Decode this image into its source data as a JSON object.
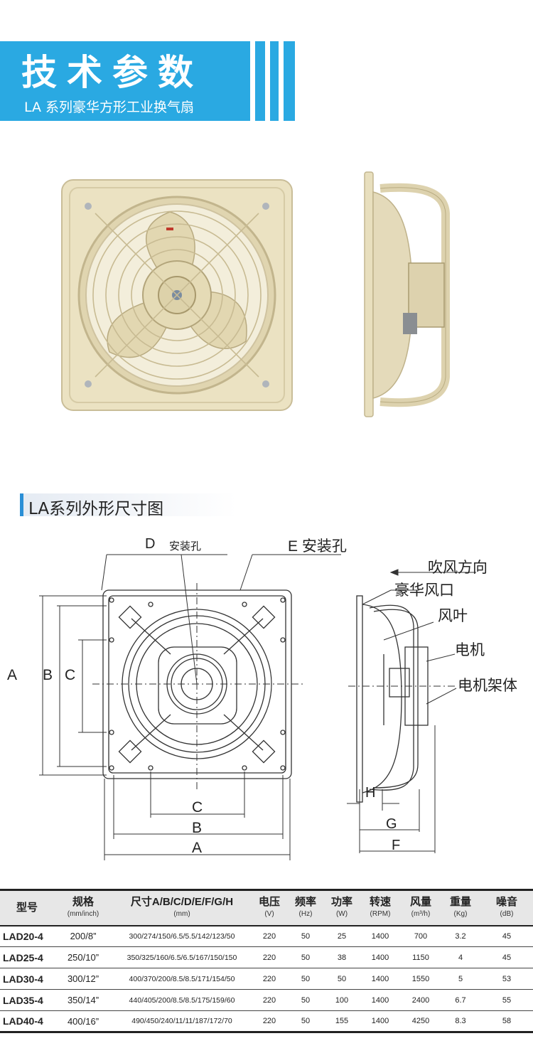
{
  "header": {
    "title": "技术参数",
    "subtitle": "LA 系列豪华方形工业换气扇"
  },
  "colors": {
    "accent": "#2aa9e2",
    "fan_body": "#ece3c4"
  },
  "section": {
    "title": "LA系列外形尺寸图"
  },
  "diagram": {
    "front_labels": {
      "d_letter": "D",
      "d_hole": "安装孔",
      "e_hole": "E 安装孔",
      "a": "A",
      "b": "B",
      "c": "C",
      "c_bottom": "C",
      "b_bottom": "B",
      "a_bottom": "A"
    },
    "side_labels": {
      "wind_dir": "吹风方向",
      "outlet": "豪华风口",
      "blade": "风叶",
      "motor": "电机",
      "frame": "电机架体",
      "h": "H",
      "g": "G",
      "f": "F"
    }
  },
  "table": {
    "headers": [
      {
        "label": "型号",
        "unit": ""
      },
      {
        "label": "规格",
        "unit": "(mm/inch)"
      },
      {
        "label": "尺寸A/B/C/D/E/F/G/H",
        "unit": "(mm)"
      },
      {
        "label": "电压",
        "unit": "(V)"
      },
      {
        "label": "频率",
        "unit": "(Hz)"
      },
      {
        "label": "功率",
        "unit": "(W)"
      },
      {
        "label": "转速",
        "unit": "(RPM)"
      },
      {
        "label": "风量",
        "unit": "(m³/h)"
      },
      {
        "label": "重量",
        "unit": "(Kg)"
      },
      {
        "label": "噪音",
        "unit": "(dB)"
      }
    ],
    "rows": [
      {
        "model": "LAD20-4",
        "size": "200/8”",
        "dims": "300/274/150/6.5/5.5/142/123/50",
        "voltage": "220",
        "freq": "50",
        "power": "25",
        "rpm": "1400",
        "airflow": "700",
        "weight": "3.2",
        "noise": "45"
      },
      {
        "model": "LAD25-4",
        "size": "250/10”",
        "dims": "350/325/160/6.5/6.5/167/150/150",
        "voltage": "220",
        "freq": "50",
        "power": "38",
        "rpm": "1400",
        "airflow": "1150",
        "weight": "4",
        "noise": "45"
      },
      {
        "model": "LAD30-4",
        "size": "300/12”",
        "dims": "400/370/200/8.5/8.5/171/154/50",
        "voltage": "220",
        "freq": "50",
        "power": "50",
        "rpm": "1400",
        "airflow": "1550",
        "weight": "5",
        "noise": "53"
      },
      {
        "model": "LAD35-4",
        "size": "350/14”",
        "dims": "440/405/200/8.5/8.5/175/159/60",
        "voltage": "220",
        "freq": "50",
        "power": "100",
        "rpm": "1400",
        "airflow": "2400",
        "weight": "6.7",
        "noise": "55"
      },
      {
        "model": "LAD40-4",
        "size": "400/16”",
        "dims": "490/450/240/11/11/187/172/70",
        "voltage": "220",
        "freq": "50",
        "power": "155",
        "rpm": "1400",
        "airflow": "4250",
        "weight": "8.3",
        "noise": "58"
      }
    ]
  }
}
